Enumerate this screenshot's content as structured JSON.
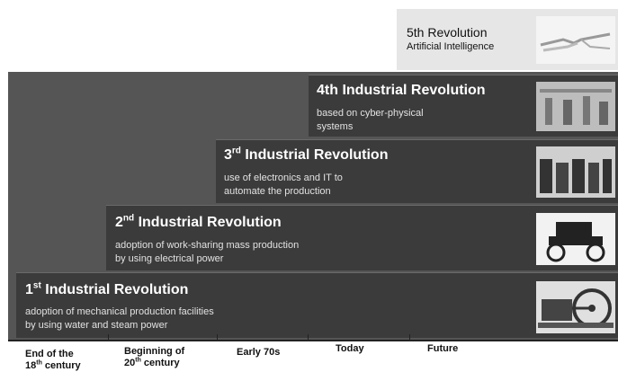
{
  "revolutions": [
    {
      "num": "1",
      "sup": "st",
      "title": "Industrial Revolution",
      "desc1": "adoption of mechanical production facilities",
      "desc2": "by using water and steam power",
      "image": "steam-engine-icon"
    },
    {
      "num": "2",
      "sup": "nd",
      "title": "Industrial Revolution",
      "desc1": "adoption of work-sharing mass production",
      "desc2": "by using electrical power",
      "image": "model-t-car-icon"
    },
    {
      "num": "3",
      "sup": "rd",
      "title": "Industrial Revolution",
      "desc1": "use of electronics and IT to",
      "desc2": "automate the production",
      "image": "mainframe-computers-icon"
    },
    {
      "num": "4th",
      "title": "Industrial Revolution",
      "desc1": "based on cyber-physical",
      "desc2": "systems",
      "image": "automated-factory-icon"
    }
  ],
  "rev5": {
    "title": "5th Revolution",
    "subtitle": "Artificial Intelligence",
    "image": "human-robot-handshake-icon"
  },
  "timeline": [
    {
      "line1": "End of the",
      "line2_num": "18",
      "line2_sup": "th",
      "line2_rest": " century"
    },
    {
      "line1": "Beginning of",
      "line2_num": "20",
      "line2_sup": "th",
      "line2_rest": " century"
    },
    {
      "line1": "Early 70s"
    },
    {
      "line1": "Today"
    },
    {
      "line1": "Future"
    }
  ],
  "colors": {
    "step": "#3b3b3b",
    "background_block": "#555555",
    "rev5_panel": "#e6e6e6"
  }
}
